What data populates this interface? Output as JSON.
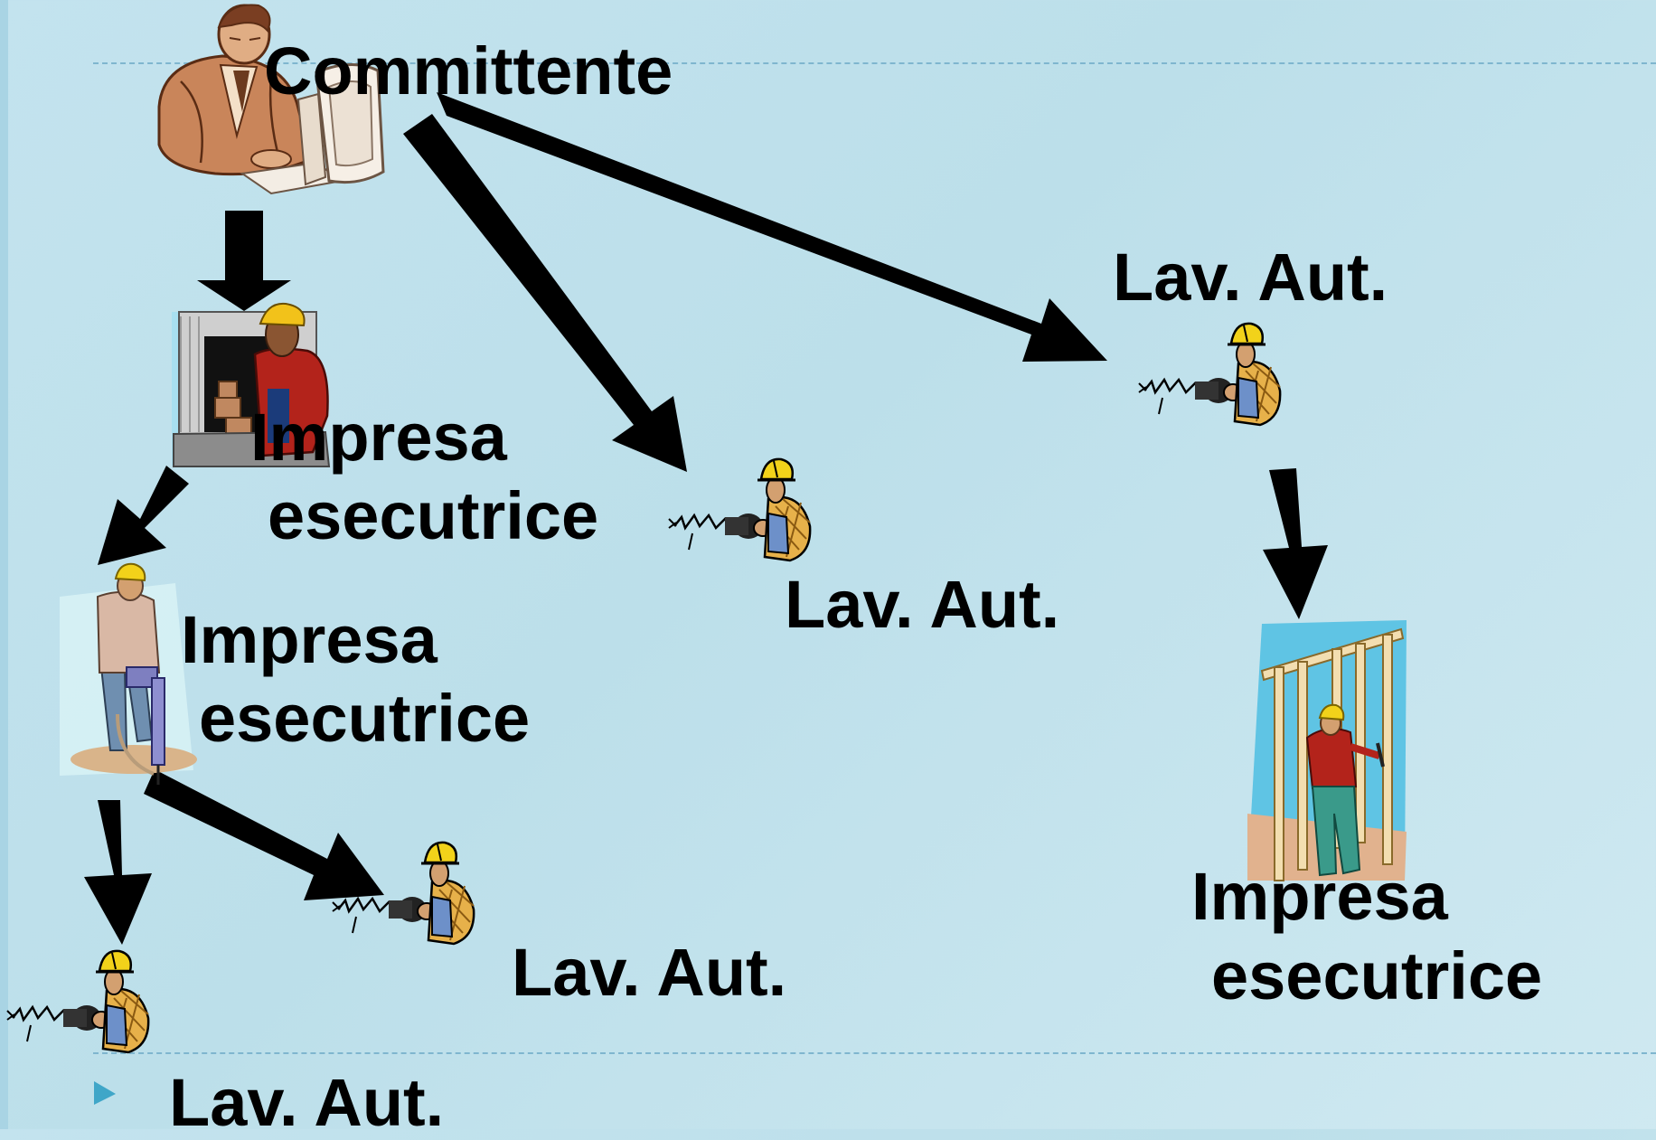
{
  "nodes": {
    "committente": "Committente",
    "impresa_1": [
      "Impresa",
      "esecutrice"
    ],
    "impresa_2": [
      "Impresa",
      "esecutrice"
    ],
    "impresa_3": [
      "Impresa",
      "esecutrice"
    ],
    "lav_aut_1": "Lav. Aut.",
    "lav_aut_2": "Lav. Aut.",
    "lav_aut_3": "Lav. Aut.",
    "lav_aut_4": "Lav. Aut."
  },
  "colors": {
    "background": "#c0e2ed",
    "arrow": "#000000",
    "text": "#000000",
    "helmet": "#f2d21a",
    "shirt_red": "#b3231b",
    "plaid": "#e7b14a",
    "overalls": "#6d90c9",
    "skin": "#c88c5c"
  },
  "icons": {
    "committente": "businessman-at-computer-icon",
    "impresa_1": "warehouse-worker-icon",
    "impresa_2": "jackhammer-worker-icon",
    "impresa_3": "carpenter-frame-icon",
    "lav_aut": "worker-with-drill-icon"
  }
}
